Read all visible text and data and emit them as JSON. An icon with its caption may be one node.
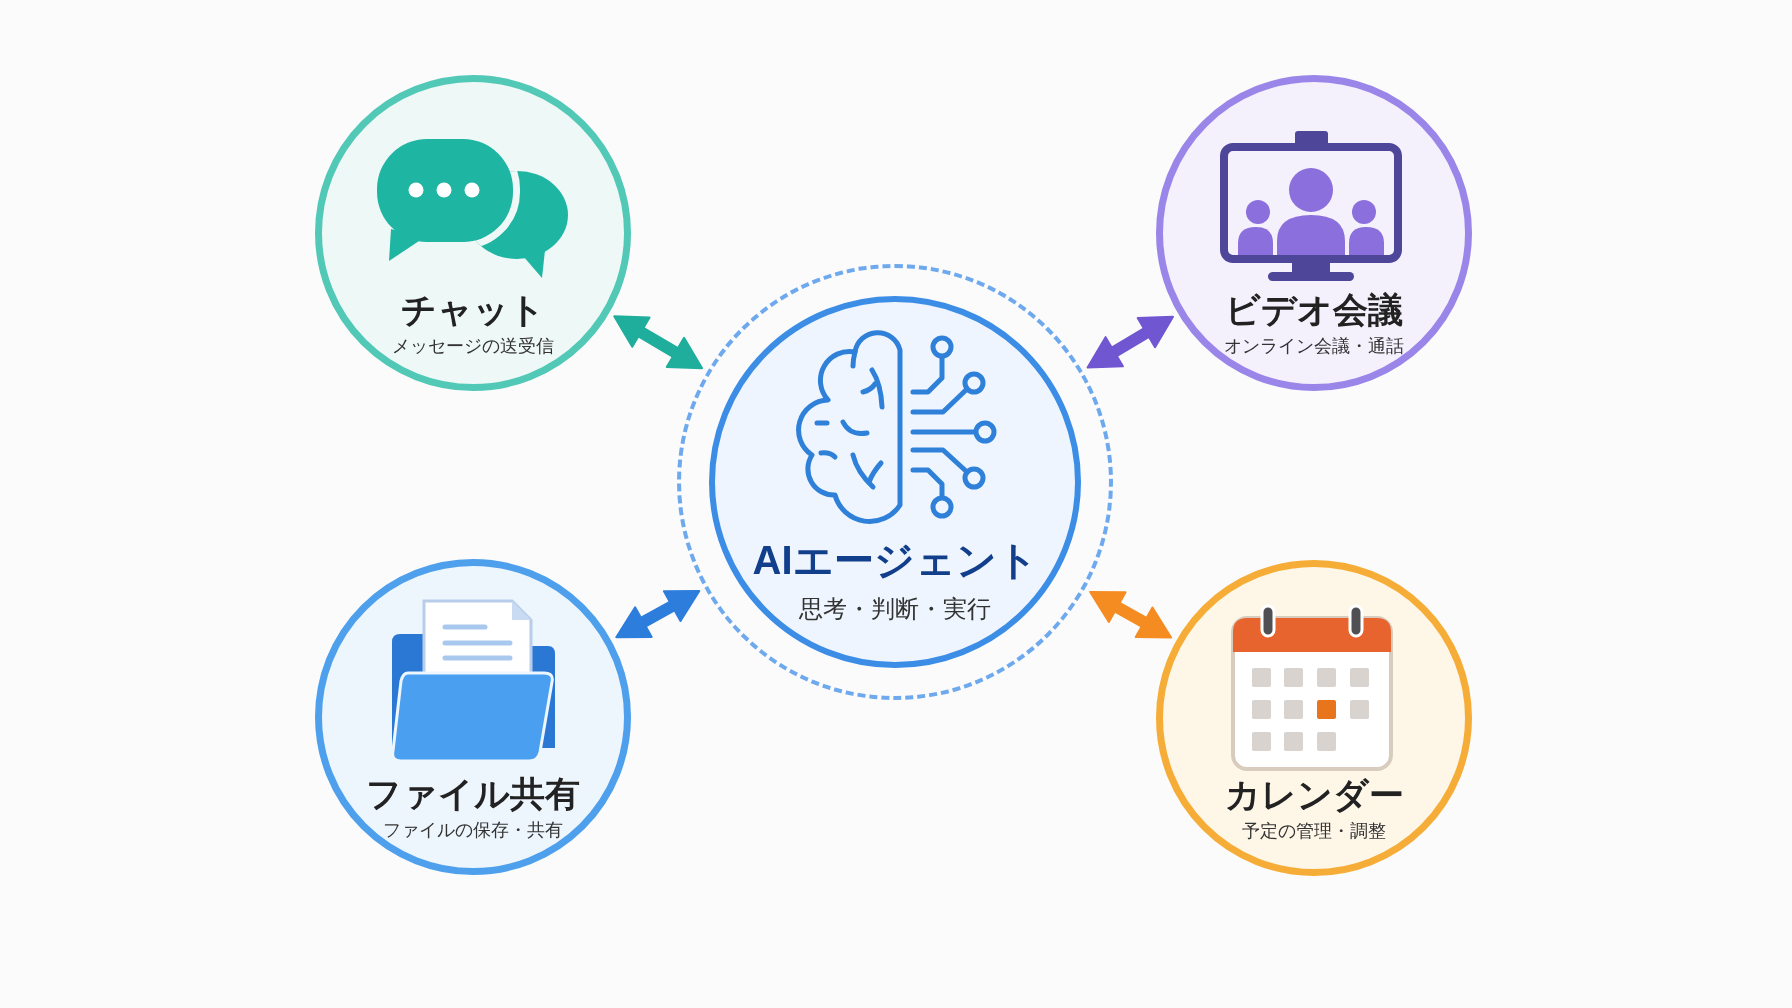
{
  "diagram": {
    "nodes": [
      {
        "text": [
          "チャット",
          "メッセージの送受信"
        ]
      },
      {
        "text": [
          "ビデオ会議",
          "オンライン会議・通話"
        ]
      },
      {
        "text": [
          "AIエージェント",
          "思考・判断・実行"
        ]
      },
      {
        "text": [
          "ファイル共有",
          "ファイルの保存・共有"
        ]
      },
      {
        "text": [
          "カレンダー",
          "予定の管理・調整"
        ]
      }
    ],
    "edges": [
      {
        "from": 2,
        "to": 0,
        "arrow": "both",
        "color": "#1fae9c"
      },
      {
        "from": 2,
        "to": 1,
        "arrow": "both",
        "color": "#7156d2"
      },
      {
        "from": 2,
        "to": 3,
        "arrow": "both",
        "color": "#2d7ddc"
      },
      {
        "from": 2,
        "to": 4,
        "arrow": "both",
        "color": "#f58c22"
      }
    ]
  }
}
